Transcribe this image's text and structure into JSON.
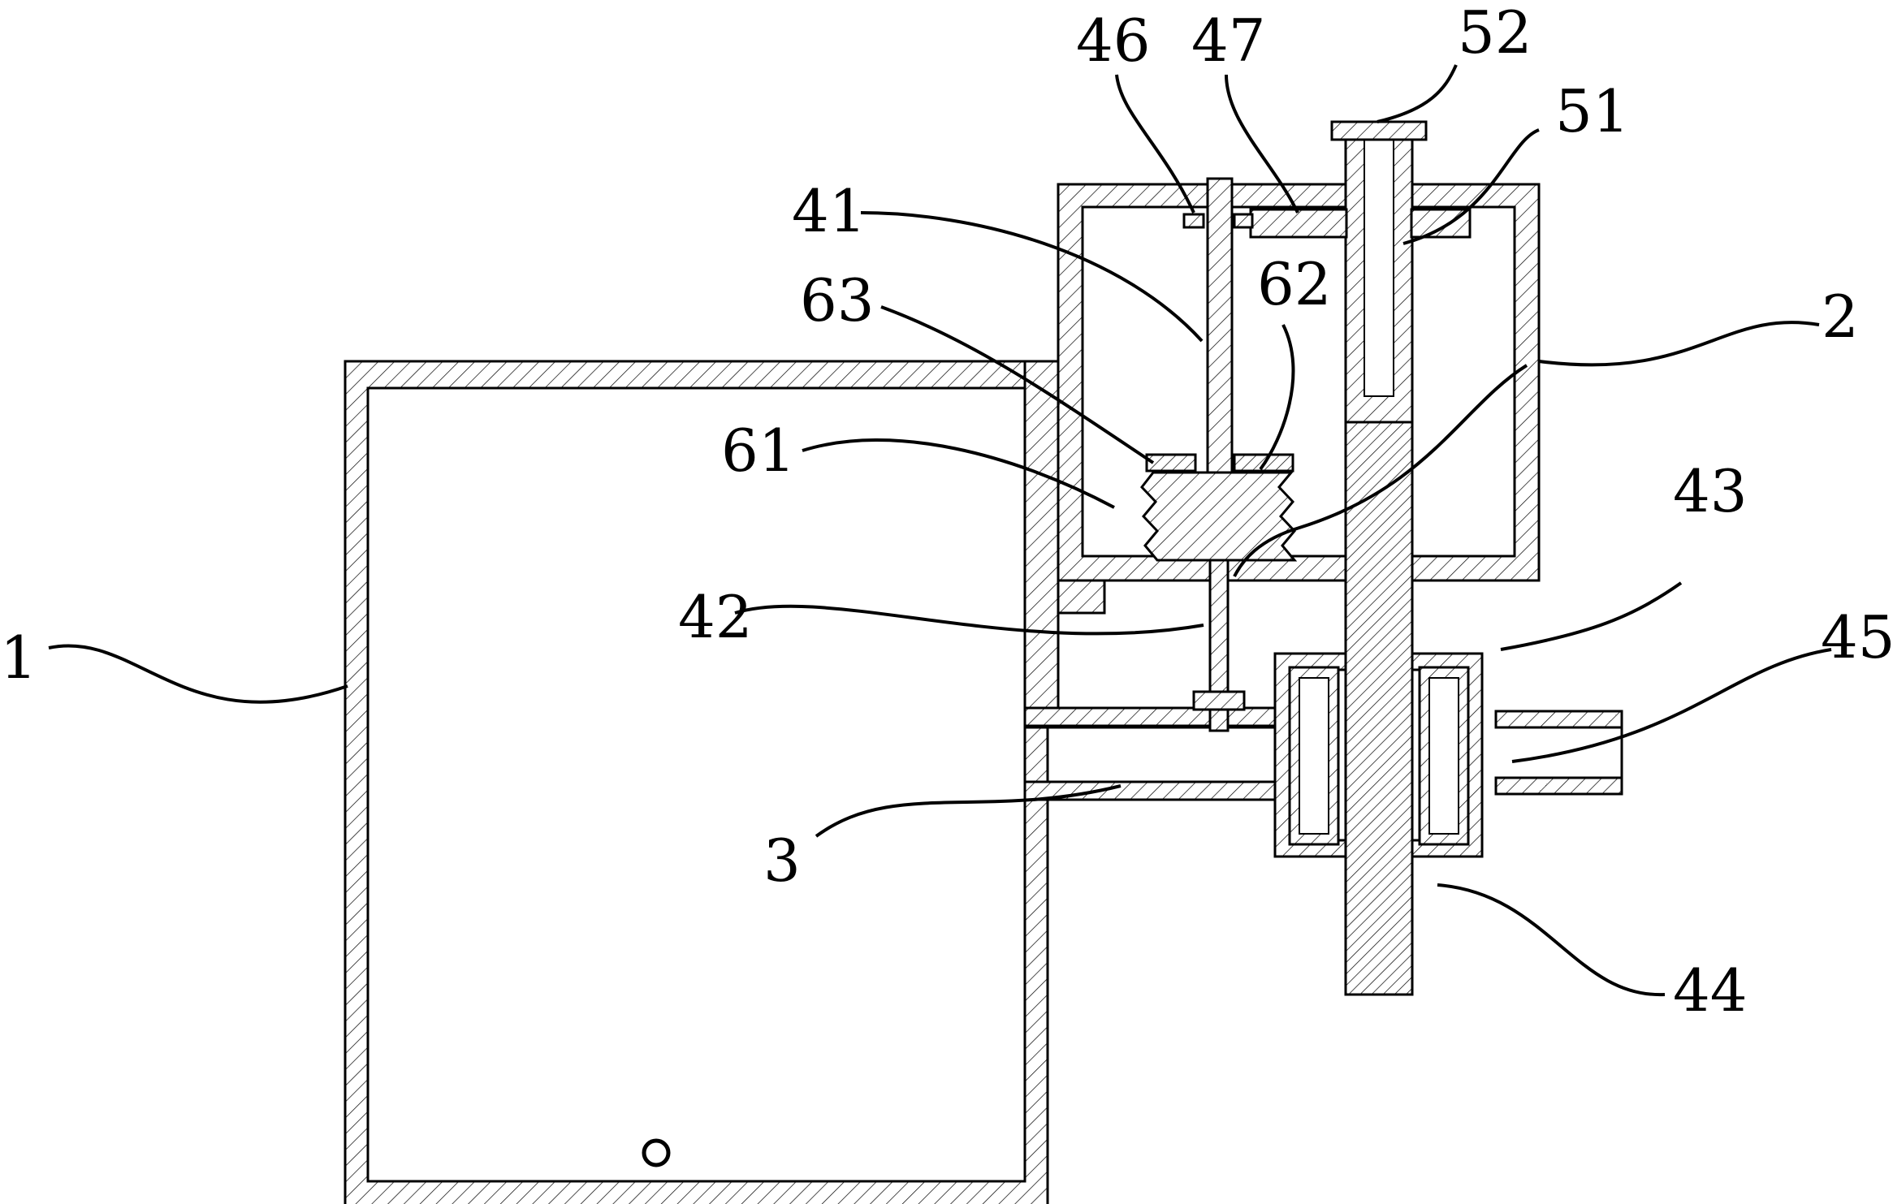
{
  "labels": {
    "l1": "1",
    "l2": "2",
    "l3": "3",
    "l41": "41",
    "l42": "42",
    "l43": "43",
    "l44": "44",
    "l45": "45",
    "l46": "46",
    "l47": "47",
    "l51": "51",
    "l52": "52",
    "l61": "61",
    "l62": "62",
    "l63": "63"
  }
}
